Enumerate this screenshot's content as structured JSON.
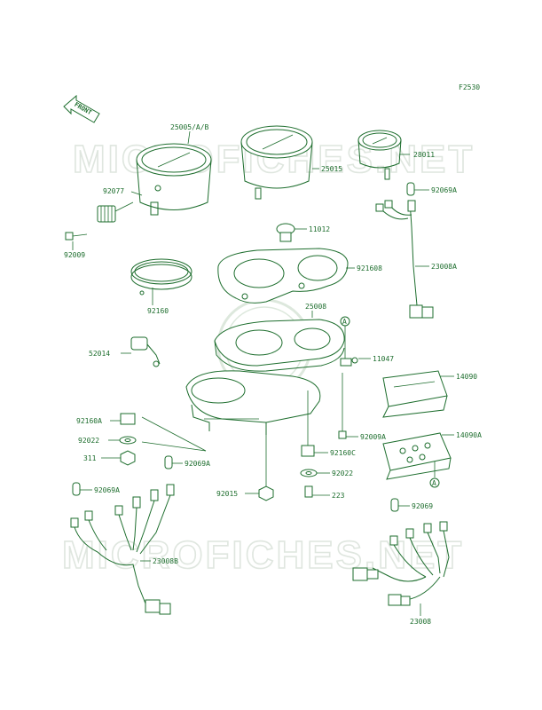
{
  "diagram": {
    "figure_code": "F2530",
    "front_label": "FRONT",
    "watermark_top": "MICROFICHES.NET",
    "watermark_bottom": "MICROFICHES.NET",
    "callout_a": "A",
    "labels": {
      "p25005": "25005/A/B",
      "p25015": "25015",
      "p28011": "28011",
      "p92077": "92077",
      "p92069a_r": "92069A",
      "p92009": "92009",
      "p11012": "11012",
      "p921608": "921608",
      "p23008a": "23008A",
      "p92160": "92160",
      "p25008": "25008",
      "p52014": "52014",
      "p11047": "11047",
      "p14090": "14090",
      "p92160a": "92160A",
      "p92022_l": "92022",
      "p311": "311",
      "p92069a_c": "92069A",
      "p92009a": "92009A",
      "p14090a": "14090A",
      "p92160c": "92160C",
      "p92022_c": "92022",
      "p92069a_l": "92069A",
      "p92015": "92015",
      "p223": "223",
      "p92069": "92069",
      "p23008b": "23008B",
      "p23008": "23008"
    },
    "colors": {
      "line": "#1e6e2e",
      "watermark": "#dfe6df",
      "background": "#ffffff"
    }
  }
}
